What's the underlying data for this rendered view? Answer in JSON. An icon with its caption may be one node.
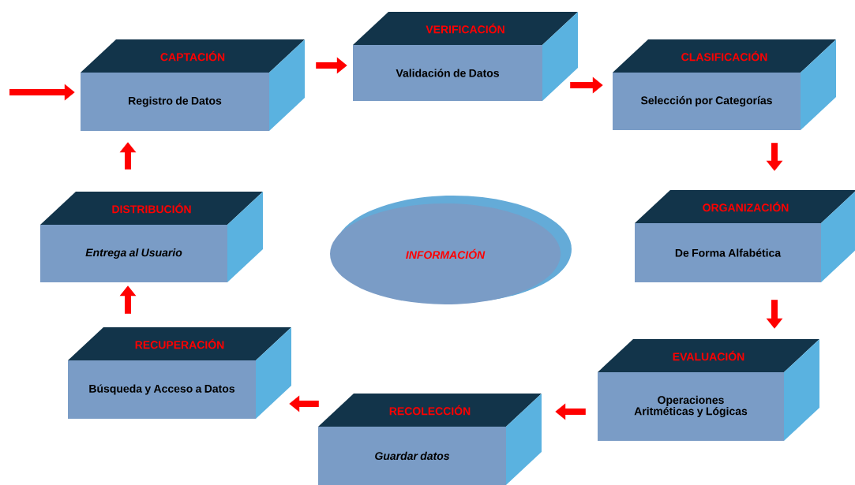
{
  "diagram": {
    "nodes": [
      {
        "text": [
          "CAPTACIÓN",
          "Registro de Datos"
        ]
      },
      {
        "text": [
          "VERIFICACIÓN",
          "Validación de Datos"
        ]
      },
      {
        "text": [
          "CLASIFICACIÓN",
          "Selección por Categorías"
        ]
      },
      {
        "text": [
          "ORGANIZACIÓN",
          "De Forma Alfabética"
        ]
      },
      {
        "text": [
          "EVALUACIÓN",
          "Operaciones Aritméticas y Lógicas"
        ]
      },
      {
        "text": [
          "RECOLECCIÓN",
          "Guardar datos"
        ]
      },
      {
        "text": [
          "RECUPERACIÓN",
          "Búsqueda y Acceso a Datos"
        ]
      },
      {
        "text": [
          "DISTRIBUCIÓN",
          "Entrega al Usuario"
        ]
      },
      {
        "text": [
          "INFORMACIÓN"
        ]
      }
    ],
    "edges": [
      {
        "from": null,
        "to": 0,
        "arrow": "to"
      },
      {
        "from": 0,
        "to": 1,
        "arrow": "to"
      },
      {
        "from": 1,
        "to": 2,
        "arrow": "to"
      },
      {
        "from": 2,
        "to": 3,
        "arrow": "to"
      },
      {
        "from": 3,
        "to": 4,
        "arrow": "to"
      },
      {
        "from": 4,
        "to": 5,
        "arrow": "to"
      },
      {
        "from": 5,
        "to": 6,
        "arrow": "to"
      },
      {
        "from": 6,
        "to": 7,
        "arrow": "to"
      },
      {
        "from": 7,
        "to": 0,
        "arrow": "to"
      }
    ]
  }
}
